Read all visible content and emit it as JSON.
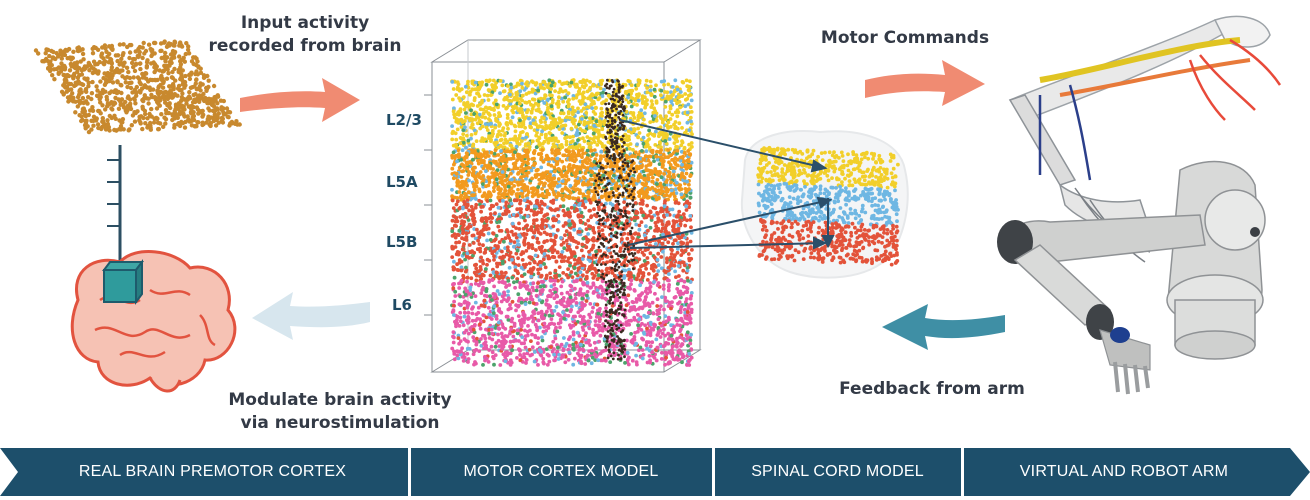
{
  "captions": {
    "input": [
      "Input activity",
      "recorded from brain"
    ],
    "motor_commands": "Motor Commands",
    "feedback": "Feedback from arm",
    "modulate": [
      "Modulate brain activity",
      "via neurostimulation"
    ]
  },
  "layers": [
    "L2/3",
    "L5A",
    "L5B",
    "L6"
  ],
  "layer_colors": [
    "#f2cf2a",
    "#f29a1f",
    "#e3533a",
    "#e85aa8"
  ],
  "dot_colors": {
    "sky": "#6fb7e3",
    "green": "#4ca36b",
    "brown": "#c8892e",
    "dark": "#3b2a20"
  },
  "arrow_colors": {
    "salmon": "#f08b72",
    "teal": "#3f8fa5",
    "pale": "#d7e6ee"
  },
  "banner": [
    "REAL BRAIN PREMOTOR CORTEX",
    "MOTOR CORTEX MODEL",
    "SPINAL CORD MODEL",
    "VIRTUAL AND ROBOT ARM"
  ],
  "banner_color": "#1d4f6b"
}
